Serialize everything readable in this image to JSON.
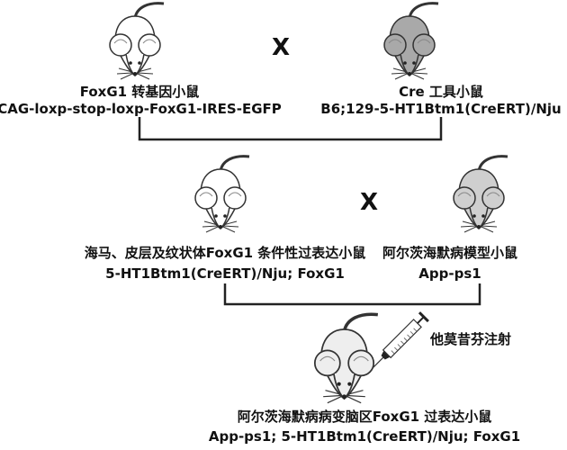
{
  "cross_symbol": "X",
  "mice": [
    {
      "name": "FoxG1 转基因小鼠",
      "genotype": "CAG-loxp-stop-loxp-FoxG1-IRES-EGFP",
      "color": "#ffffff"
    },
    {
      "name": "Cre 工具小鼠",
      "genotype": "B6;129-5-HT1Btm1(CreERT)/Nju",
      "color": "#a9a9a9"
    },
    {
      "name": "海马、皮层及纹状体FoxG1 条件性过表达小鼠",
      "genotype": "5-HT1Btm1(CreERT)/Nju; FoxG1",
      "color": "#ffffff"
    },
    {
      "name": "阿尔茨海默病模型小鼠",
      "genotype": "App-ps1",
      "color": "#cfcfcf"
    },
    {
      "name": "阿尔茨海默病病变脑区FoxG1 过表达小鼠",
      "genotype": "App-ps1; 5-HT1Btm1(CreERT)/Nju; FoxG1",
      "color": "#eeeeee"
    }
  ],
  "injection_label": "他莫昔芬注射"
}
